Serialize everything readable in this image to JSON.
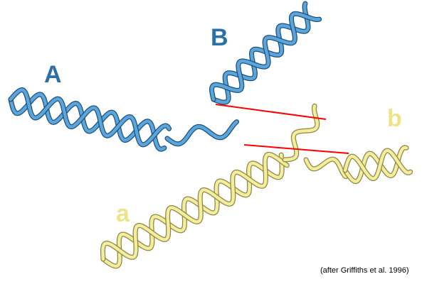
{
  "labels": {
    "A": "A",
    "B": "B",
    "a": "a",
    "b": "b"
  },
  "caption": "(after Griffiths et al. 1996)",
  "colors": {
    "blue_strand": "#5aa6dc",
    "blue_outline": "#1f4f78",
    "blue_label": "#2f6fa8",
    "yellow_strand": "#f4ee9c",
    "yellow_outline": "#8c8648",
    "yellow_label": "#ece48c",
    "crossover_line": "#ff0000"
  }
}
